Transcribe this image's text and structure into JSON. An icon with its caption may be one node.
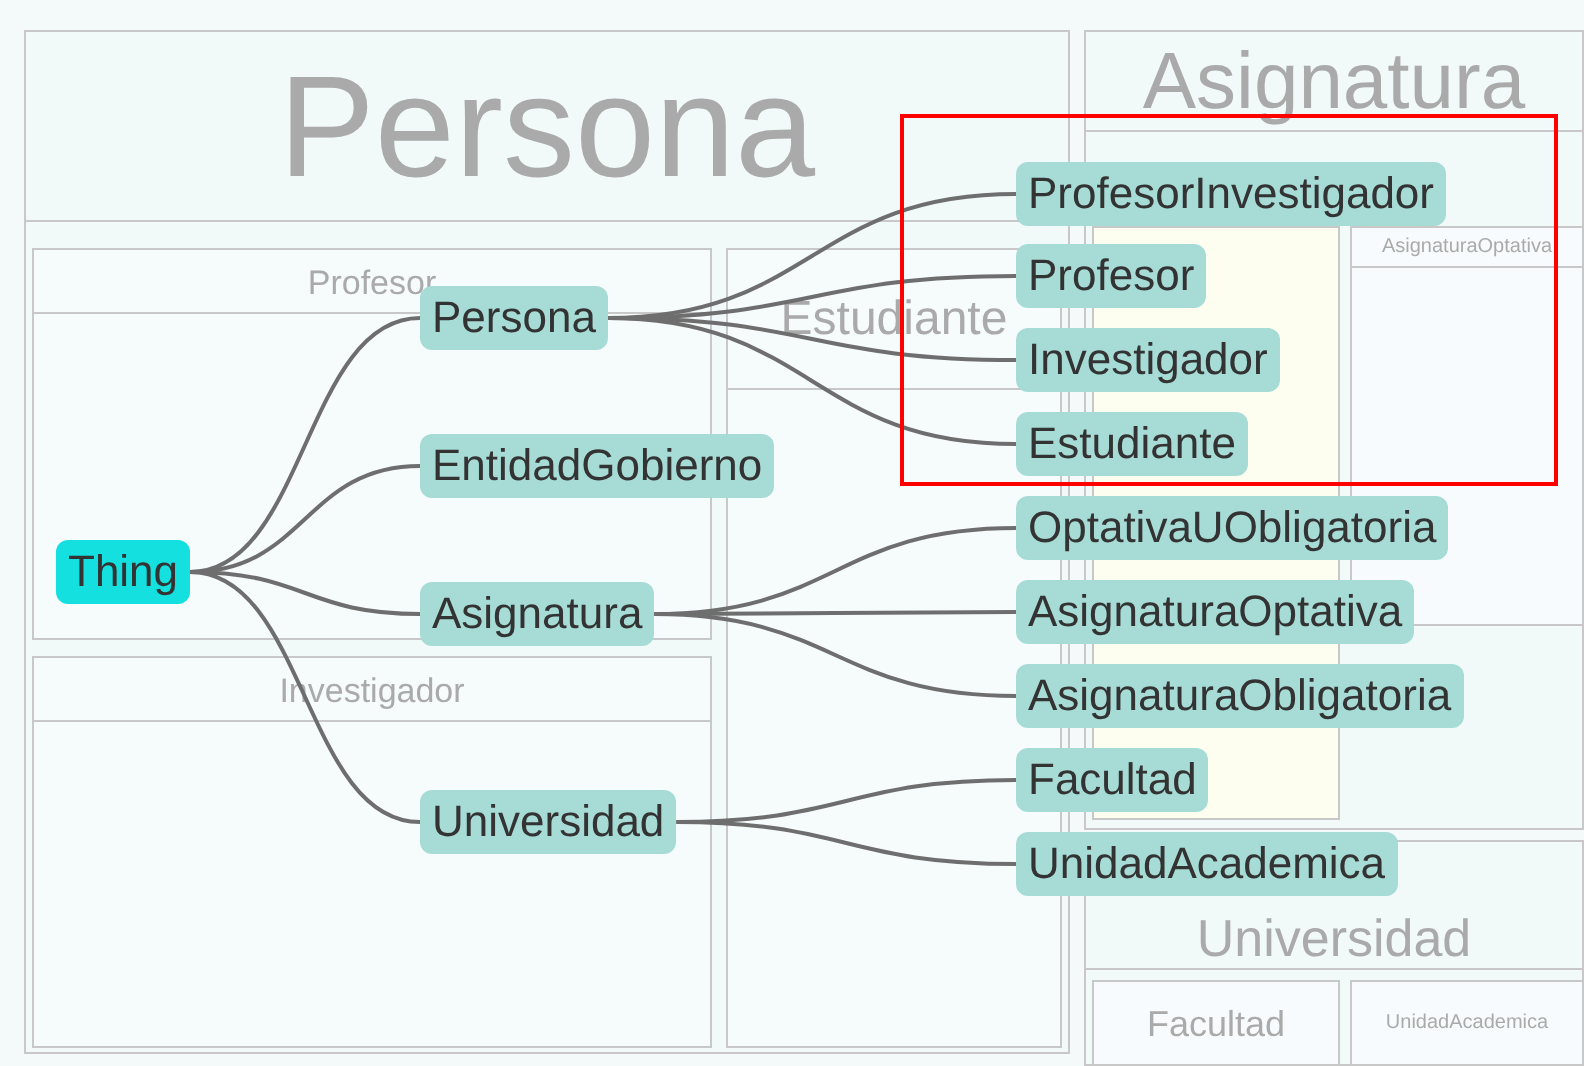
{
  "diagram": {
    "nodes": [
      {
        "text": [
          "Thing"
        ]
      },
      {
        "text": [
          "Persona"
        ]
      },
      {
        "text": [
          "EntidadGobierno"
        ]
      },
      {
        "text": [
          "Asignatura"
        ]
      },
      {
        "text": [
          "Universidad"
        ]
      },
      {
        "text": [
          "ProfesorInvestigador"
        ]
      },
      {
        "text": [
          "Profesor"
        ]
      },
      {
        "text": [
          "Investigador"
        ]
      },
      {
        "text": [
          "Estudiante"
        ]
      },
      {
        "text": [
          "OptativaUObligatoria"
        ]
      },
      {
        "text": [
          "AsignaturaOptativa"
        ]
      },
      {
        "text": [
          "AsignaturaObligatoria"
        ]
      },
      {
        "text": [
          "Facultad"
        ]
      },
      {
        "text": [
          "UnidadAcademica"
        ]
      }
    ],
    "edges": [
      {
        "from": 0,
        "to": 1,
        "arrow": "none"
      },
      {
        "from": 0,
        "to": 2,
        "arrow": "none"
      },
      {
        "from": 0,
        "to": 3,
        "arrow": "none"
      },
      {
        "from": 0,
        "to": 4,
        "arrow": "none"
      },
      {
        "from": 1,
        "to": 5,
        "arrow": "none"
      },
      {
        "from": 1,
        "to": 6,
        "arrow": "none"
      },
      {
        "from": 1,
        "to": 7,
        "arrow": "none"
      },
      {
        "from": 1,
        "to": 8,
        "arrow": "none"
      },
      {
        "from": 3,
        "to": 9,
        "arrow": "none"
      },
      {
        "from": 3,
        "to": 10,
        "arrow": "none"
      },
      {
        "from": 3,
        "to": 11,
        "arrow": "none"
      },
      {
        "from": 4,
        "to": 12,
        "arrow": "none"
      },
      {
        "from": 4,
        "to": 13,
        "arrow": "none"
      }
    ],
    "labels": [
      "Persona",
      "Asignatura",
      "Profesor",
      "Estudiante",
      "AsignaturaOptativa",
      "Investigador",
      "Universidad",
      "Facultad",
      "UnidadAcademica"
    ]
  }
}
